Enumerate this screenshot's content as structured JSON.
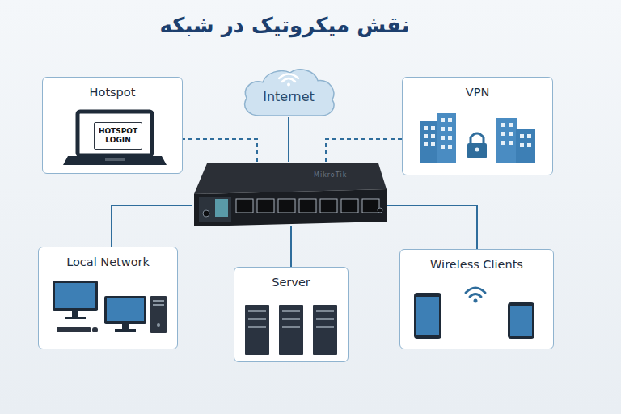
{
  "diagram": {
    "title": "نقش میکروتیک در شبکه",
    "nodes": [
      {
        "text": [
          "Hotspot"
        ]
      },
      {
        "text": [
          "HOTSPOT LOGIN"
        ],
        "in": 0
      },
      {
        "text": [
          "Internet"
        ]
      },
      {
        "text": [
          "VPN"
        ]
      },
      {
        "text": [
          "MikroTik"
        ]
      },
      {
        "text": [
          "Local Network"
        ]
      },
      {
        "text": [
          "Server"
        ]
      },
      {
        "text": [
          "Wireless Clients"
        ]
      }
    ],
    "edges": [
      {
        "from": 4,
        "to": 0,
        "arrow": "none"
      },
      {
        "from": 4,
        "to": 2,
        "arrow": "none"
      },
      {
        "from": 4,
        "to": 3,
        "arrow": "none"
      },
      {
        "from": 4,
        "to": 5,
        "arrow": "none"
      },
      {
        "from": 4,
        "to": 6,
        "arrow": "none"
      },
      {
        "from": 4,
        "to": 7,
        "arrow": "none"
      }
    ]
  }
}
